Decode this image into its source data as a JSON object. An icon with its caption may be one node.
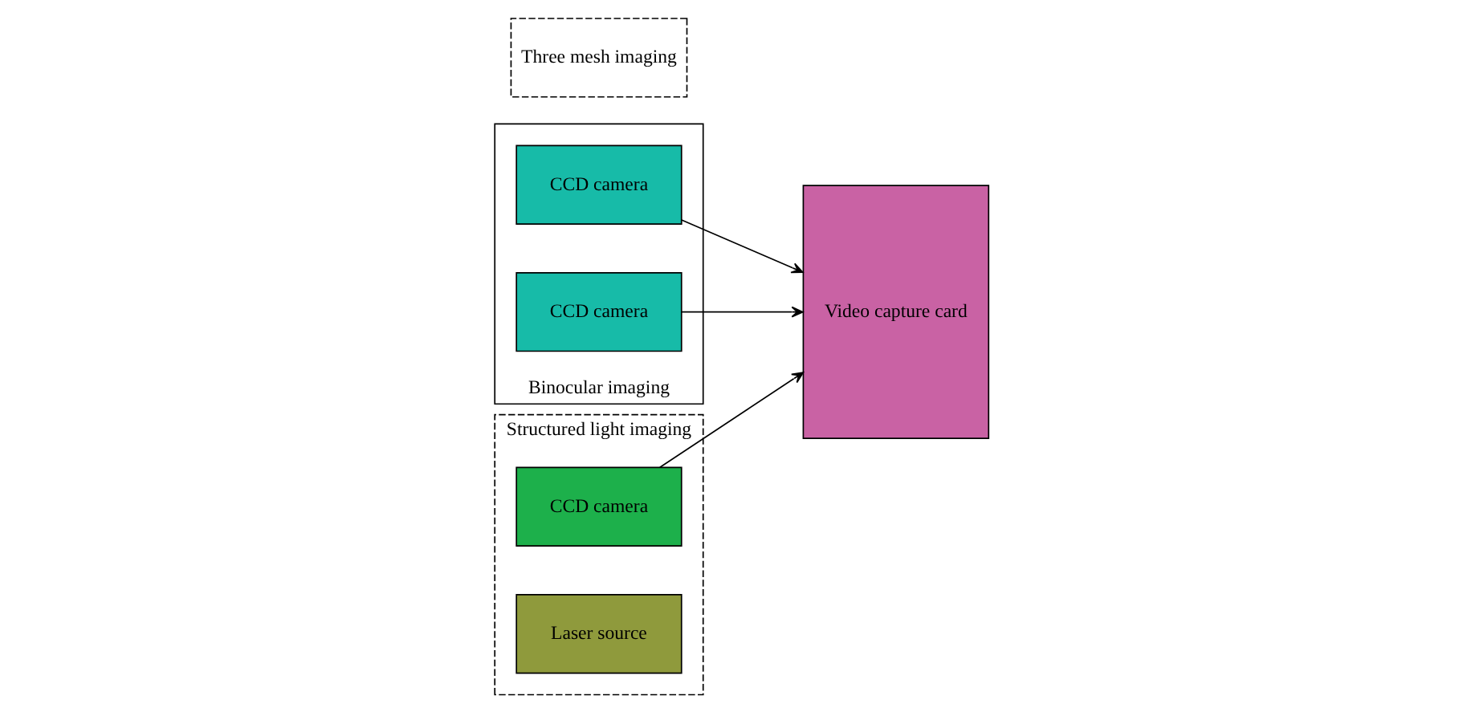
{
  "diagram": {
    "nodes": [
      {
        "text": [
          "Binocular imaging"
        ]
      },
      {
        "text": [
          "Three mesh imaging"
        ]
      },
      {
        "text": [
          "CCD camera"
        ],
        "in": 0
      },
      {
        "text": [
          "CCD camera"
        ],
        "in": 0
      },
      {
        "text": [
          "Structured light imaging"
        ]
      },
      {
        "text": [
          "CCD camera"
        ],
        "in": 4
      },
      {
        "text": [
          "Laser source"
        ],
        "in": 4
      },
      {
        "text": [
          "Video capture card"
        ]
      }
    ],
    "edges": [
      {
        "from": 2,
        "to": 7,
        "arrow": "to"
      },
      {
        "from": 5,
        "to": 7,
        "arrow": "to"
      },
      {
        "from": 3,
        "to": 7,
        "arrow": "to"
      }
    ]
  }
}
